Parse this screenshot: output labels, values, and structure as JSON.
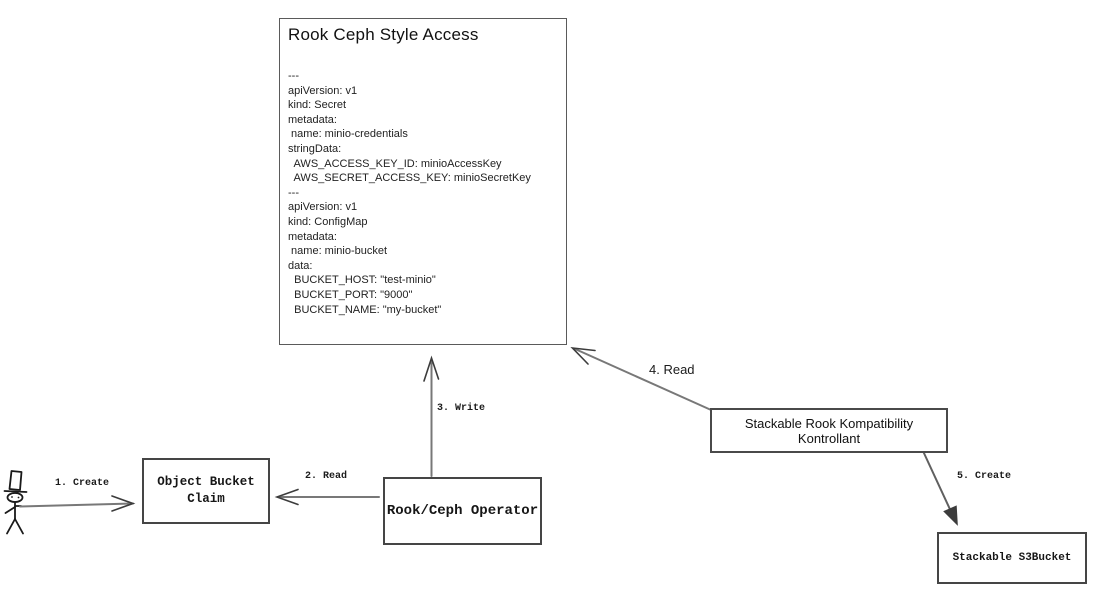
{
  "canvas": {
    "background": "#ffffff",
    "line_color": "#6e6e6e",
    "arrowhead_color": "#3c3c3c",
    "border_color": "#454545",
    "text_color": "#1d1d1d"
  },
  "icons": {
    "actor": "user-stick-figure-icon"
  },
  "main_box": {
    "title": "Rook Ceph Style Access",
    "yaml_lines": [
      "---",
      "apiVersion: v1",
      "kind: Secret",
      "metadata:",
      " name: minio-credentials",
      "stringData:",
      "  AWS_ACCESS_KEY_ID: minioAccessKey",
      "  AWS_SECRET_ACCESS_KEY: minioSecretKey",
      "---",
      "apiVersion: v1",
      "kind: ConfigMap",
      "metadata:",
      " name: minio-bucket",
      "data:",
      "  BUCKET_HOST: \"test-minio\"",
      "  BUCKET_PORT: \"9000\"",
      "  BUCKET_NAME: \"my-bucket\""
    ]
  },
  "nodes": {
    "object_bucket_claim": {
      "label": "Object Bucket\nClaim"
    },
    "rook_ceph_operator": {
      "label": "Rook/Ceph Operator"
    },
    "stackable_kontrollant": {
      "label": "Stackable Rook Kompatibility Kontrollant"
    },
    "stackable_s3bucket": {
      "label": "Stackable S3Bucket"
    }
  },
  "arrows": {
    "create1": {
      "label": "1. Create"
    },
    "read2": {
      "label": "2. Read"
    },
    "write3": {
      "label": "3. Write"
    },
    "read4": {
      "label": "4. Read"
    },
    "create5": {
      "label": "5. Create"
    }
  }
}
